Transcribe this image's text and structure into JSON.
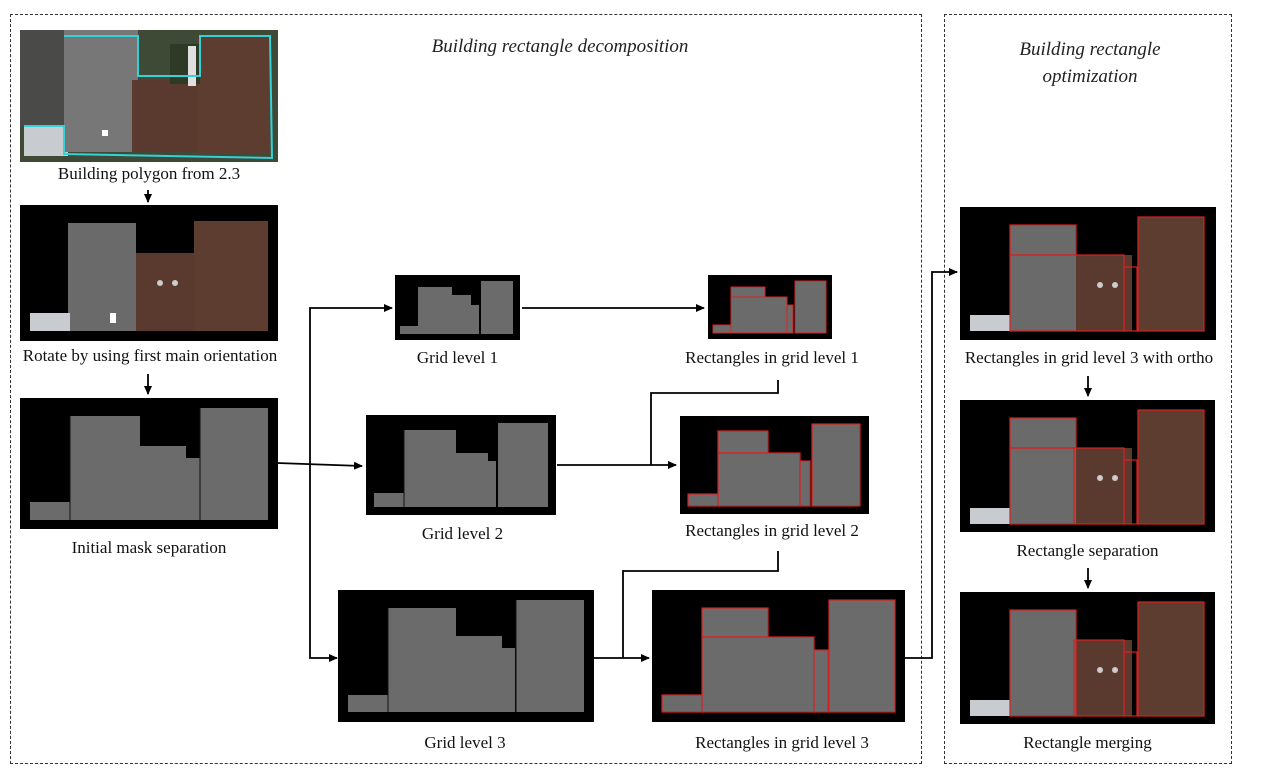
{
  "panels": {
    "decomposition_title": "Building rectangle decomposition",
    "optimization_title": "Building rectangle optimization"
  },
  "labels": {
    "building_polygon": "Building polygon from 2.3",
    "rotate": "Rotate by using first main orientation",
    "initial_mask": "Initial mask separation",
    "grid1": "Grid level 1",
    "grid2": "Grid level 2",
    "grid3": "Grid level 3",
    "rect1": "Rectangles in grid level 1",
    "rect2": "Rectangles in grid level 2",
    "rect3": "Rectangles in grid level 3",
    "rect3_ortho": "Rectangles in grid level 3 with ortho",
    "rect_sep": "Rectangle separation",
    "rect_merge": "Rectangle merging"
  },
  "colors": {
    "mask_gray": "#6b6b6b",
    "rect_red": "#d92020",
    "polygon_cyan": "#35d0d8",
    "roof_brown": "#5a3a2e",
    "roof_gray": "#6a6a6a"
  }
}
